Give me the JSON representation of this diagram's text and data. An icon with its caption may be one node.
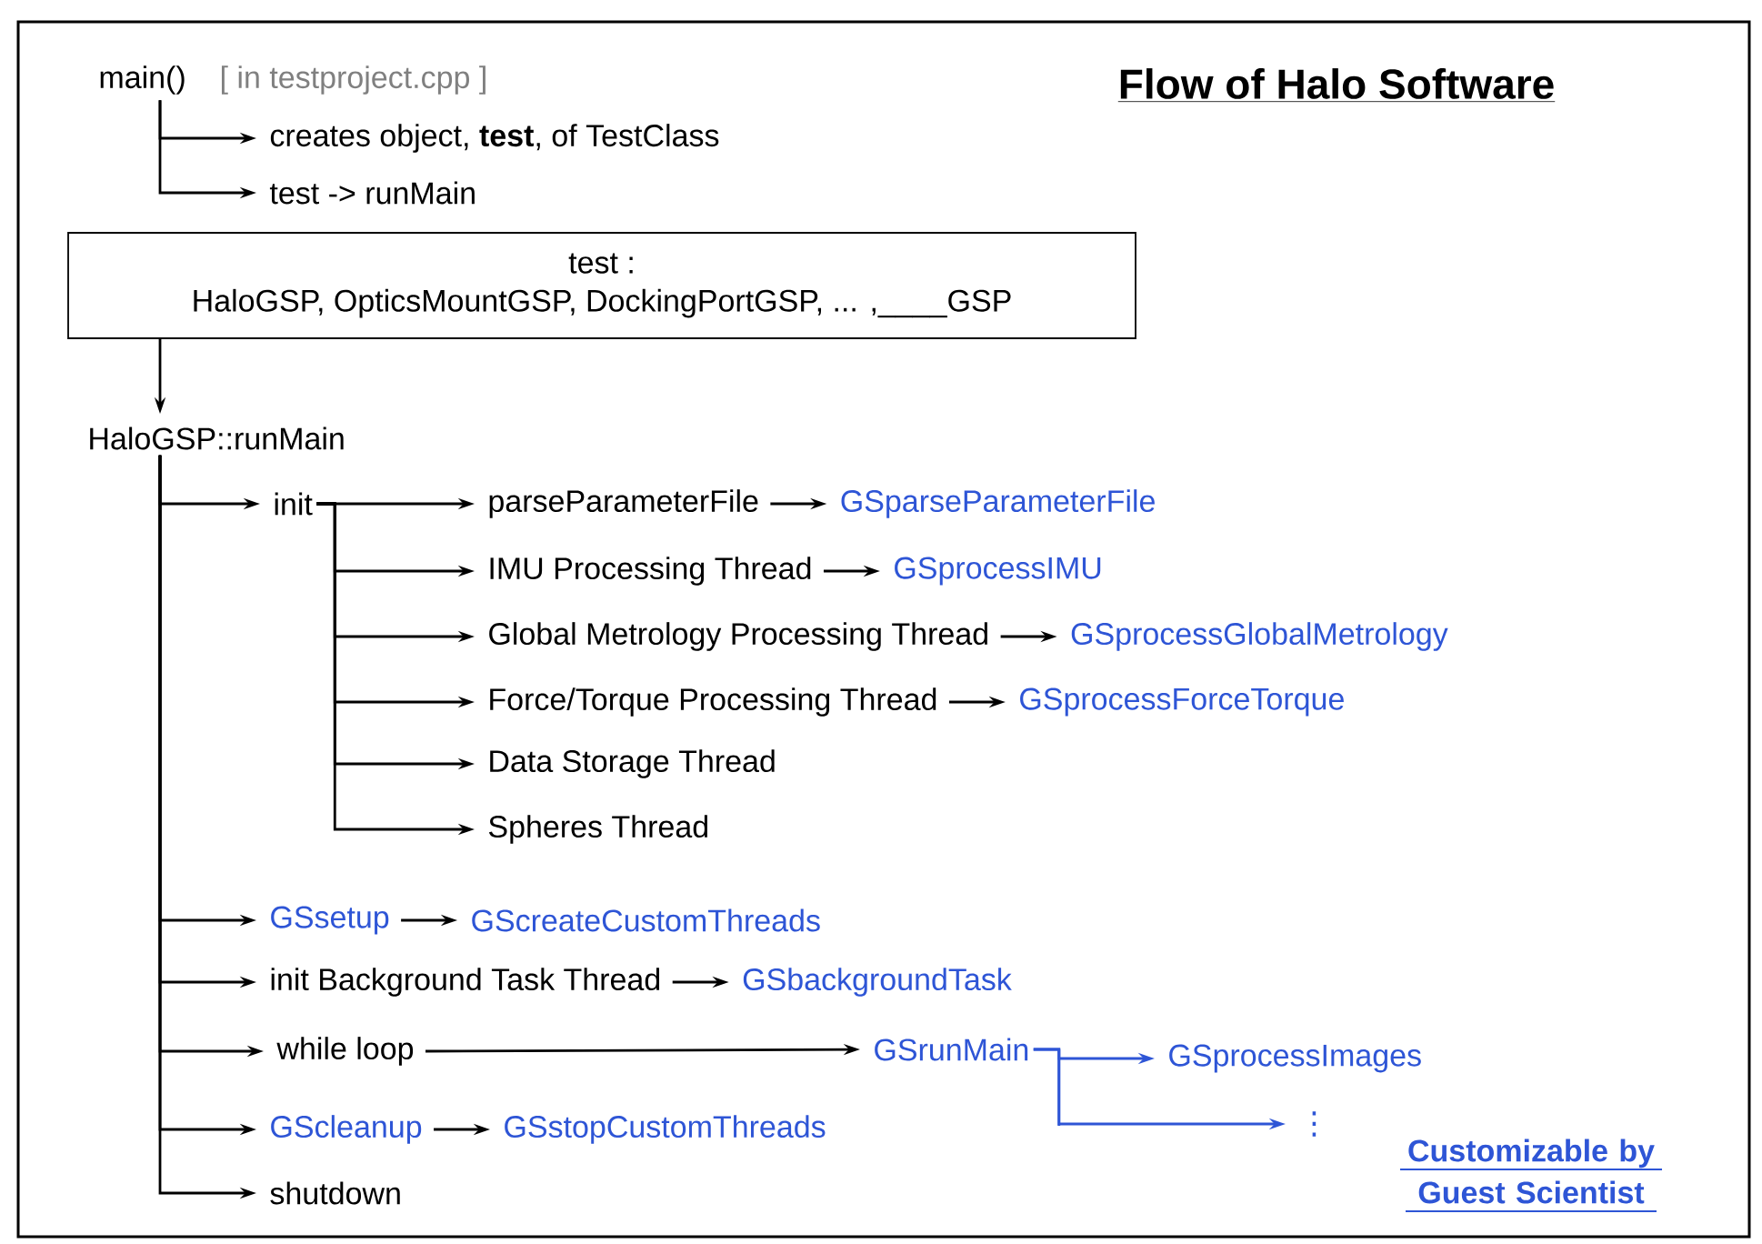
{
  "diagram": {
    "title": "Flow of Halo Software",
    "nodes": [
      {
        "text": [
          "main()"
        ],
        "beside": [
          "[ in testproject.cpp ]"
        ]
      },
      {
        "text": [
          "creates object, **test**, of TestClass"
        ]
      },
      {
        "text": [
          "test -> runMain"
        ]
      },
      {
        "text": [
          "test :",
          "HaloGSP, OpticsMountGSP, DockingPortGSP, ... ,____GSP"
        ]
      },
      {
        "text": [
          "HaloGSP::runMain"
        ]
      },
      {
        "text": [
          "init"
        ]
      },
      {
        "text": [
          "parseParameterFile"
        ]
      },
      {
        "text": [
          "GSparseParameterFile"
        ]
      },
      {
        "text": [
          "IMU Processing Thread"
        ]
      },
      {
        "text": [
          "GSprocessIMU"
        ]
      },
      {
        "text": [
          "Global Metrology Processing Thread"
        ]
      },
      {
        "text": [
          "GSprocessGlobalMetrology"
        ]
      },
      {
        "text": [
          "Force/Torque Processing Thread"
        ]
      },
      {
        "text": [
          "GSprocessForceTorque"
        ]
      },
      {
        "text": [
          "Data Storage Thread"
        ]
      },
      {
        "text": [
          "Spheres Thread"
        ]
      },
      {
        "text": [
          "GSsetup"
        ]
      },
      {
        "text": [
          "GScreateCustomThreads"
        ]
      },
      {
        "text": [
          "init Background Task Thread"
        ]
      },
      {
        "text": [
          "GSbackgroundTask"
        ]
      },
      {
        "text": [
          "while loop"
        ]
      },
      {
        "text": [
          "GSrunMain"
        ]
      },
      {
        "text": [
          "GSprocessImages"
        ]
      },
      {
        "text": [
          "⋮"
        ]
      },
      {
        "text": [
          "GScleanup"
        ]
      },
      {
        "text": [
          "GSstopCustomThreads"
        ]
      },
      {
        "text": [
          "shutdown"
        ]
      }
    ],
    "edges": [
      {
        "from": 0,
        "to": 1,
        "arrow": "to"
      },
      {
        "from": 0,
        "to": 2,
        "arrow": "to"
      },
      {
        "from": 3,
        "to": 4,
        "arrow": "to"
      },
      {
        "from": 4,
        "to": 5,
        "arrow": "to"
      },
      {
        "from": 5,
        "to": 6,
        "arrow": "to"
      },
      {
        "from": 5,
        "to": 8,
        "arrow": "to"
      },
      {
        "from": 5,
        "to": 10,
        "arrow": "to"
      },
      {
        "from": 5,
        "to": 12,
        "arrow": "to"
      },
      {
        "from": 5,
        "to": 14,
        "arrow": "to"
      },
      {
        "from": 5,
        "to": 15,
        "arrow": "to"
      },
      {
        "from": 6,
        "to": 7,
        "arrow": "to"
      },
      {
        "from": 8,
        "to": 9,
        "arrow": "to"
      },
      {
        "from": 10,
        "to": 11,
        "arrow": "to"
      },
      {
        "from": 12,
        "to": 13,
        "arrow": "to"
      },
      {
        "from": 4,
        "to": 16,
        "arrow": "to"
      },
      {
        "from": 16,
        "to": 17,
        "arrow": "to"
      },
      {
        "from": 4,
        "to": 18,
        "arrow": "to"
      },
      {
        "from": 18,
        "to": 19,
        "arrow": "to"
      },
      {
        "from": 4,
        "to": 20,
        "arrow": "to"
      },
      {
        "from": 20,
        "to": 21,
        "arrow": "to"
      },
      {
        "from": 21,
        "to": 22,
        "arrow": "to",
        "color": "#2e55d6"
      },
      {
        "from": 21,
        "to": 23,
        "arrow": "to",
        "color": "#2e55d6"
      },
      {
        "from": 4,
        "to": 24,
        "arrow": "to"
      },
      {
        "from": 24,
        "to": 25,
        "arrow": "to"
      },
      {
        "from": 4,
        "to": 26,
        "arrow": "to"
      }
    ],
    "labels": [
      "Customizable by Guest Scientist"
    ]
  }
}
